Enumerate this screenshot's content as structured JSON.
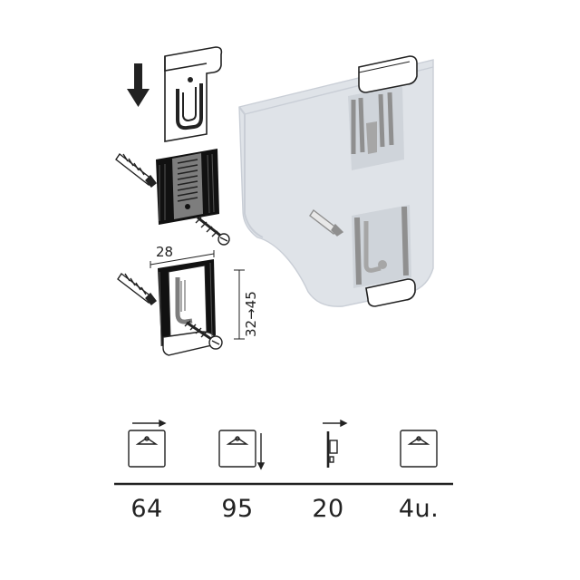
{
  "dimensions": {
    "width_label": "28",
    "height_range_label": "32→45"
  },
  "specs": [
    {
      "icon": "width-arrow-icon",
      "value": "64"
    },
    {
      "icon": "height-arrow-icon",
      "value": "95"
    },
    {
      "icon": "depth-arrow-icon",
      "value": "20"
    },
    {
      "icon": "unit-count-icon",
      "value": "4u."
    }
  ],
  "colors": {
    "line": "#1a1a1a",
    "part_dark": "#111111",
    "part_grey": "#7d7d7d",
    "glass_fill": "#dfe3e8",
    "glass_edge": "#c9ced6",
    "clip_grey": "#a6a6a6"
  }
}
